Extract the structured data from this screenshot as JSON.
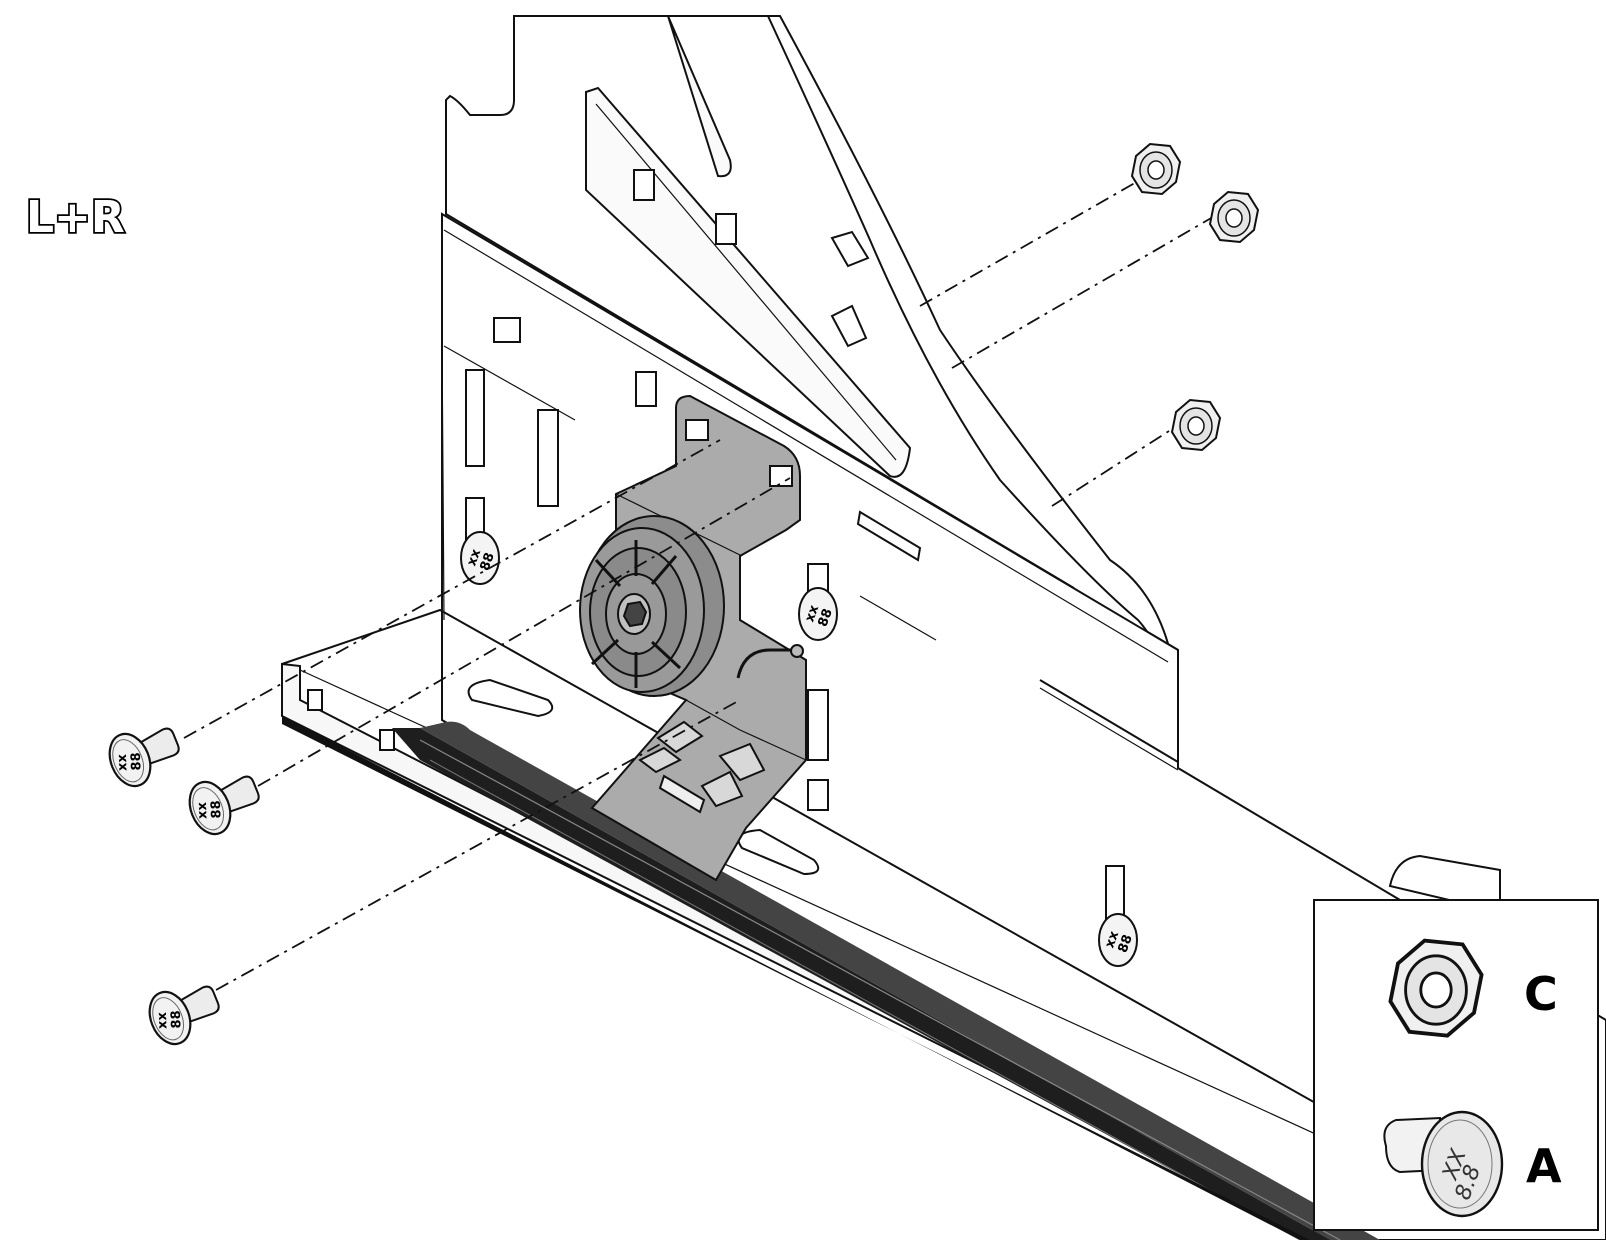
{
  "diagram": {
    "side_label": "L+R",
    "colors": {
      "outline": "#111111",
      "bracket_fill": "#a9a9a9",
      "pulley_fill": "#8c8c8c",
      "rail_fill": "#3a3a3a",
      "part_fill": "#e6e6e6"
    }
  },
  "legend": {
    "items": [
      {
        "letter": "C",
        "part": "flange-nut"
      },
      {
        "letter": "A",
        "part": "flange-bolt",
        "head_marking": "XX",
        "grade": "8.8"
      }
    ]
  }
}
